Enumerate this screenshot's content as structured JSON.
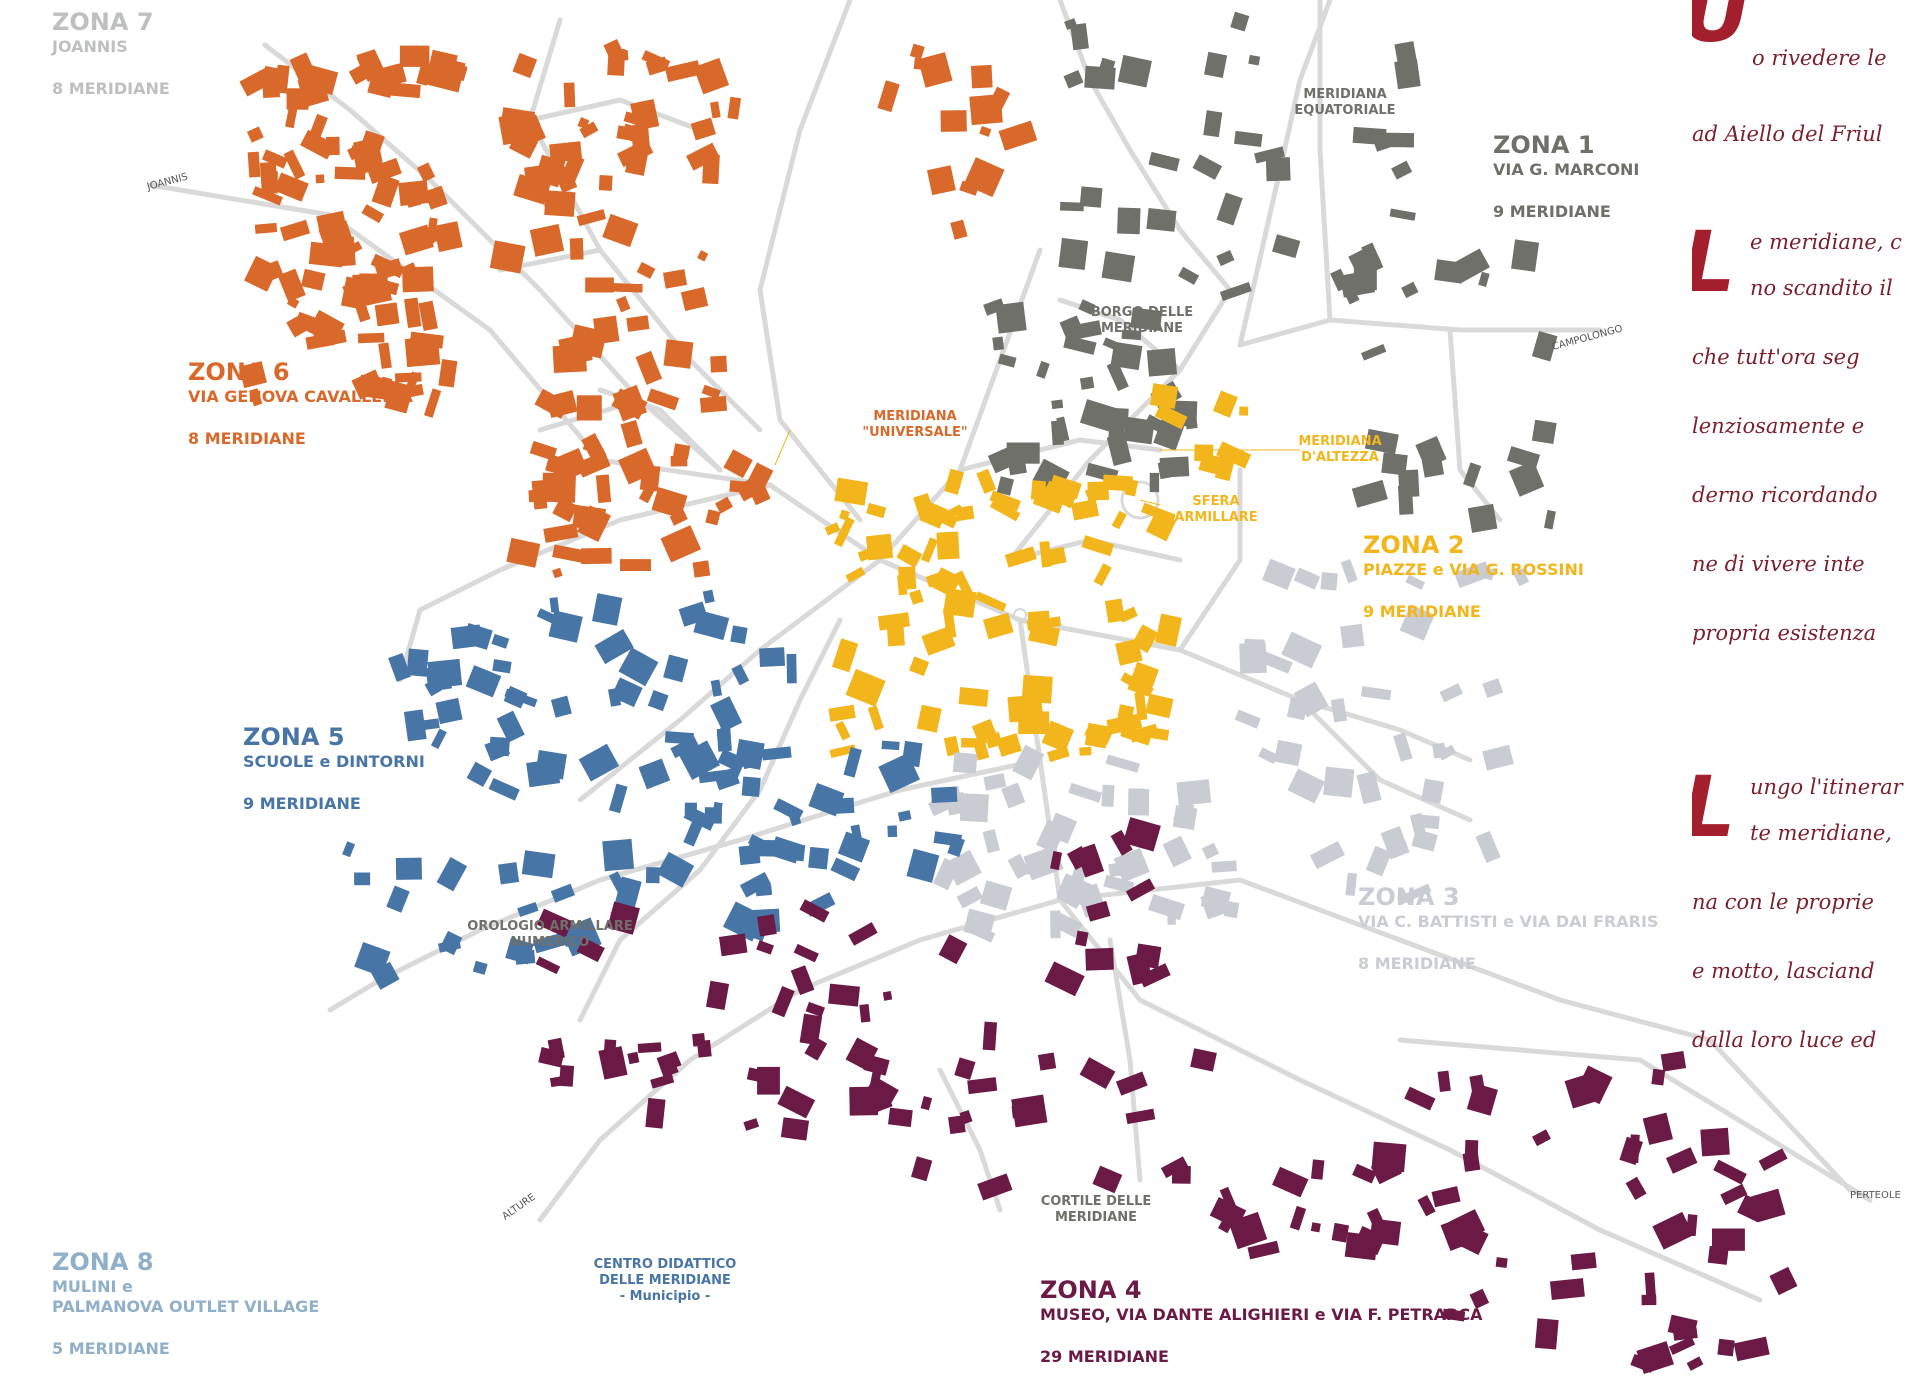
{
  "colors": {
    "road": "#d8d8d8",
    "zone1": "#6f706a",
    "zone2": "#f2b61c",
    "zone3": "#c9ccd3",
    "zone4": "#6b1a45",
    "zone5": "#4775a6",
    "zone6": "#d9692a",
    "zone7": "#c8c9cb",
    "zone8": "#8fb0c8",
    "poi": "#6f706a",
    "accent": "#a41f2e"
  },
  "zones": [
    {
      "id": "zona7",
      "title": "ZONA 7",
      "sub": "JOANNIS",
      "count": "8 MERIDIANE",
      "color": "#bdbfc1"
    },
    {
      "id": "zona1",
      "title": "ZONA 1",
      "sub": "VIA G. MARCONI",
      "count": "9 MERIDIANE",
      "color": "#6f706a"
    },
    {
      "id": "zona6",
      "title": "ZONA 6",
      "sub": "VIA GENOVA CAVALLERIA",
      "count": "8 MERIDIANE",
      "color": "#d9692a"
    },
    {
      "id": "zona2",
      "title": "ZONA 2",
      "sub": "PIAZZE e VIA G. ROSSINI",
      "count": "9 MERIDIANE",
      "color": "#f2b61c"
    },
    {
      "id": "zona5",
      "title": "ZONA 5",
      "sub": "SCUOLE e DINTORNI",
      "count": "9 MERIDIANE",
      "color": "#4775a6"
    },
    {
      "id": "zona3",
      "title": "ZONA 3",
      "sub": "VIA C. BATTISTI e VIA DAI FRARIS",
      "count": "8 MERIDIANE",
      "color": "#c9ccd3"
    },
    {
      "id": "zona8",
      "title": "ZONA 8",
      "sub": "MULINI e",
      "sub2": "PALMANOVA OUTLET VILLAGE",
      "count": "5 MERIDIANE",
      "color": "#8fb0c8"
    },
    {
      "id": "zona4",
      "title": "ZONA 4",
      "sub": "MUSEO, VIA DANTE ALIGHIERI e VIA F. PETRARCA",
      "count": "29 MERIDIANE",
      "color": "#6b1a45"
    }
  ],
  "pois": {
    "equatoriale": [
      "MERIDIANA",
      "EQUATORIALE"
    ],
    "borgo": [
      "BORGO DELLE",
      "MERIDIANE"
    ],
    "universale": [
      "MERIDIANA",
      "\"UNIVERSALE\""
    ],
    "altezza": [
      "MERIDIANA",
      "D'ALTEZZA"
    ],
    "sfera": [
      "SFERA",
      "ARMILLARE"
    ],
    "orologio": [
      "OROLOGIO ARMILLARE",
      "NUMERICO"
    ],
    "cortile": [
      "CORTILE DELLE",
      "MERIDIANE"
    ],
    "centro": [
      "CENTRO DIDATTICO",
      "DELLE MERIDIANE",
      "- Municipio -"
    ]
  },
  "road_labels": {
    "joannis": "JOANNIS",
    "campolongo": "CAMPOLONGO",
    "perteole": "PERTEOLE",
    "alture": "ALTURE"
  },
  "text": {
    "p1": {
      "drop": "U",
      "lines": [
        "o rivedere le",
        "ad Aiello del Friul"
      ]
    },
    "p2": {
      "drop": "L",
      "lines": [
        "e meridiane, c",
        "no scandito il",
        "che tutt'ora seg",
        "lenziosamente e",
        "derno ricordando",
        "ne di vivere inte",
        "propria esistenza"
      ]
    },
    "p3": {
      "drop": "L",
      "lines": [
        "ungo l'itinerar",
        "te meridiane,",
        "na con le proprie",
        "e motto, lasciand",
        "dalla loro luce ed"
      ]
    }
  }
}
